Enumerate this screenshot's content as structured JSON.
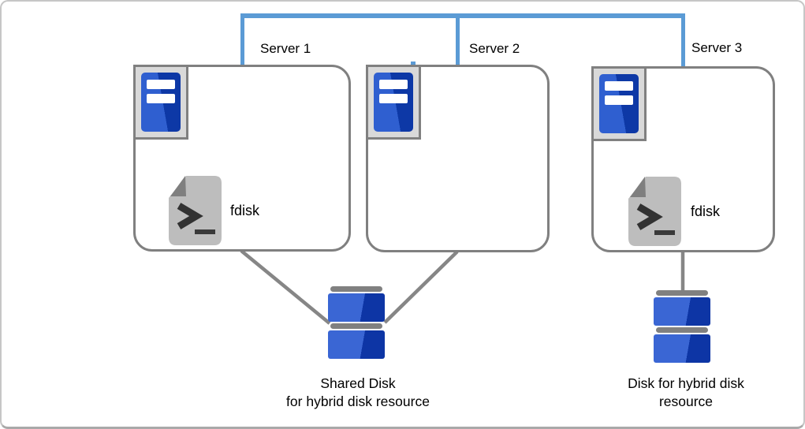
{
  "diagram": {
    "servers": [
      {
        "label": "Server 1",
        "tool_label": "fdisk"
      },
      {
        "label": "Server 2"
      },
      {
        "label": "Server 3",
        "tool_label": "fdisk"
      }
    ],
    "shared_disk_caption": {
      "line1": "Shared Disk",
      "line2": "for hybrid disk resource"
    },
    "hybrid_disk_caption": {
      "line1": "Disk for hybrid disk",
      "line2": "resource"
    },
    "icons": {
      "server": "server-tower-icon",
      "script": "terminal-script-icon",
      "disk": "disk-stack-icon"
    },
    "colors": {
      "network_line": "#5b9bd5",
      "box_border": "#808080",
      "connector_gray": "#868686",
      "server_blue_light": "#2f5fd0",
      "server_blue_dark": "#0d38a6",
      "disk_blue_light": "#3a66d4",
      "disk_blue_dark": "#0d35a5",
      "script_icon_gray": "#bdbdbd",
      "script_fold_gray": "#7f7f7f"
    }
  }
}
